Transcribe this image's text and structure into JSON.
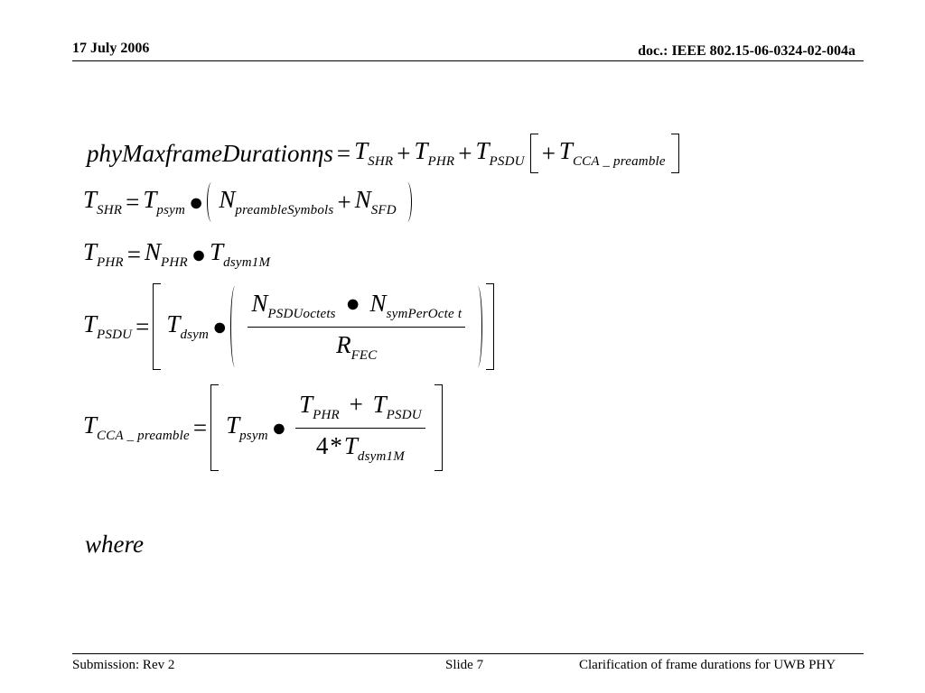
{
  "header": {
    "date": "17 July 2006",
    "doc": "doc.: IEEE 802.15-06-0324-02-004a"
  },
  "equations": {
    "eq1": {
      "lhs": "phyMaxframeDurationηs",
      "t": "T",
      "shr": "SHR",
      "phr": "PHR",
      "psdu": "PSDU",
      "cca": "CCA _ preamble"
    },
    "eq2": {
      "shr": "SHR",
      "psym": "psym",
      "n": "N",
      "preamble_symbols": "preambleSymbols",
      "sfd": "SFD"
    },
    "eq3": {
      "phr": "PHR",
      "dsym1m": "dsym1M"
    },
    "eq4": {
      "psdu": "PSDU",
      "dsym": "dsym",
      "psdu_octets": "PSDUoctets",
      "sym_per_octet": "symPerOcte t",
      "r": "R",
      "fec": "FEC"
    },
    "eq5": {
      "cca": "CCA _ preamble",
      "psym": "psym",
      "phr": "PHR",
      "psdu": "PSDU",
      "four": "4",
      "dsym1m": "dsym1M"
    },
    "where": "where"
  },
  "footer": {
    "submission": "Submission: Rev 2",
    "slide": "Slide 7",
    "title": "Clarification of frame durations for UWB PHY"
  }
}
